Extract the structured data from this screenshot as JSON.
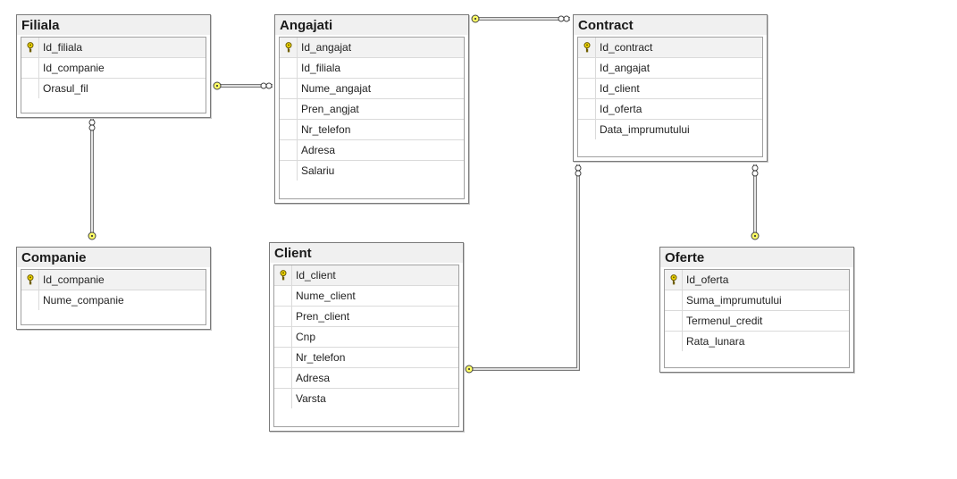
{
  "colors": {
    "connector": "#7a7a7a",
    "key": "#f0d800",
    "endpoint": "#ffff66"
  },
  "tables": {
    "filiala": {
      "name": "Filiala",
      "columns": [
        "Id_filiala",
        "Id_companie",
        "Orasul_fil"
      ],
      "pk": 0
    },
    "angajati": {
      "name": "Angajati",
      "columns": [
        "Id_angajat",
        "Id_filiala",
        "Nume_angajat",
        "Pren_angjat",
        "Nr_telefon",
        "Adresa",
        "Salariu"
      ],
      "pk": 0
    },
    "contract": {
      "name": "Contract",
      "columns": [
        "Id_contract",
        "Id_angajat",
        "Id_client",
        "Id_oferta",
        "Data_imprumutului"
      ],
      "pk": 0
    },
    "companie": {
      "name": "Companie",
      "columns": [
        "Id_companie",
        "Nume_companie"
      ],
      "pk": 0
    },
    "client": {
      "name": "Client",
      "columns": [
        "Id_client",
        "Nume_client",
        "Pren_client",
        "Cnp",
        "Nr_telefon",
        "Adresa",
        "Varsta"
      ],
      "pk": 0
    },
    "oferte": {
      "name": "Oferte",
      "columns": [
        "Id_oferta",
        "Suma_imprumutului",
        "Termenul_credit",
        "Rata_lunara"
      ],
      "pk": 0
    }
  },
  "relationships": [
    {
      "one": "companie",
      "many": "filiala"
    },
    {
      "one": "filiala",
      "many": "angajati"
    },
    {
      "one": "angajati",
      "many": "contract"
    },
    {
      "one": "client",
      "many": "contract"
    },
    {
      "one": "oferte",
      "many": "contract"
    }
  ]
}
